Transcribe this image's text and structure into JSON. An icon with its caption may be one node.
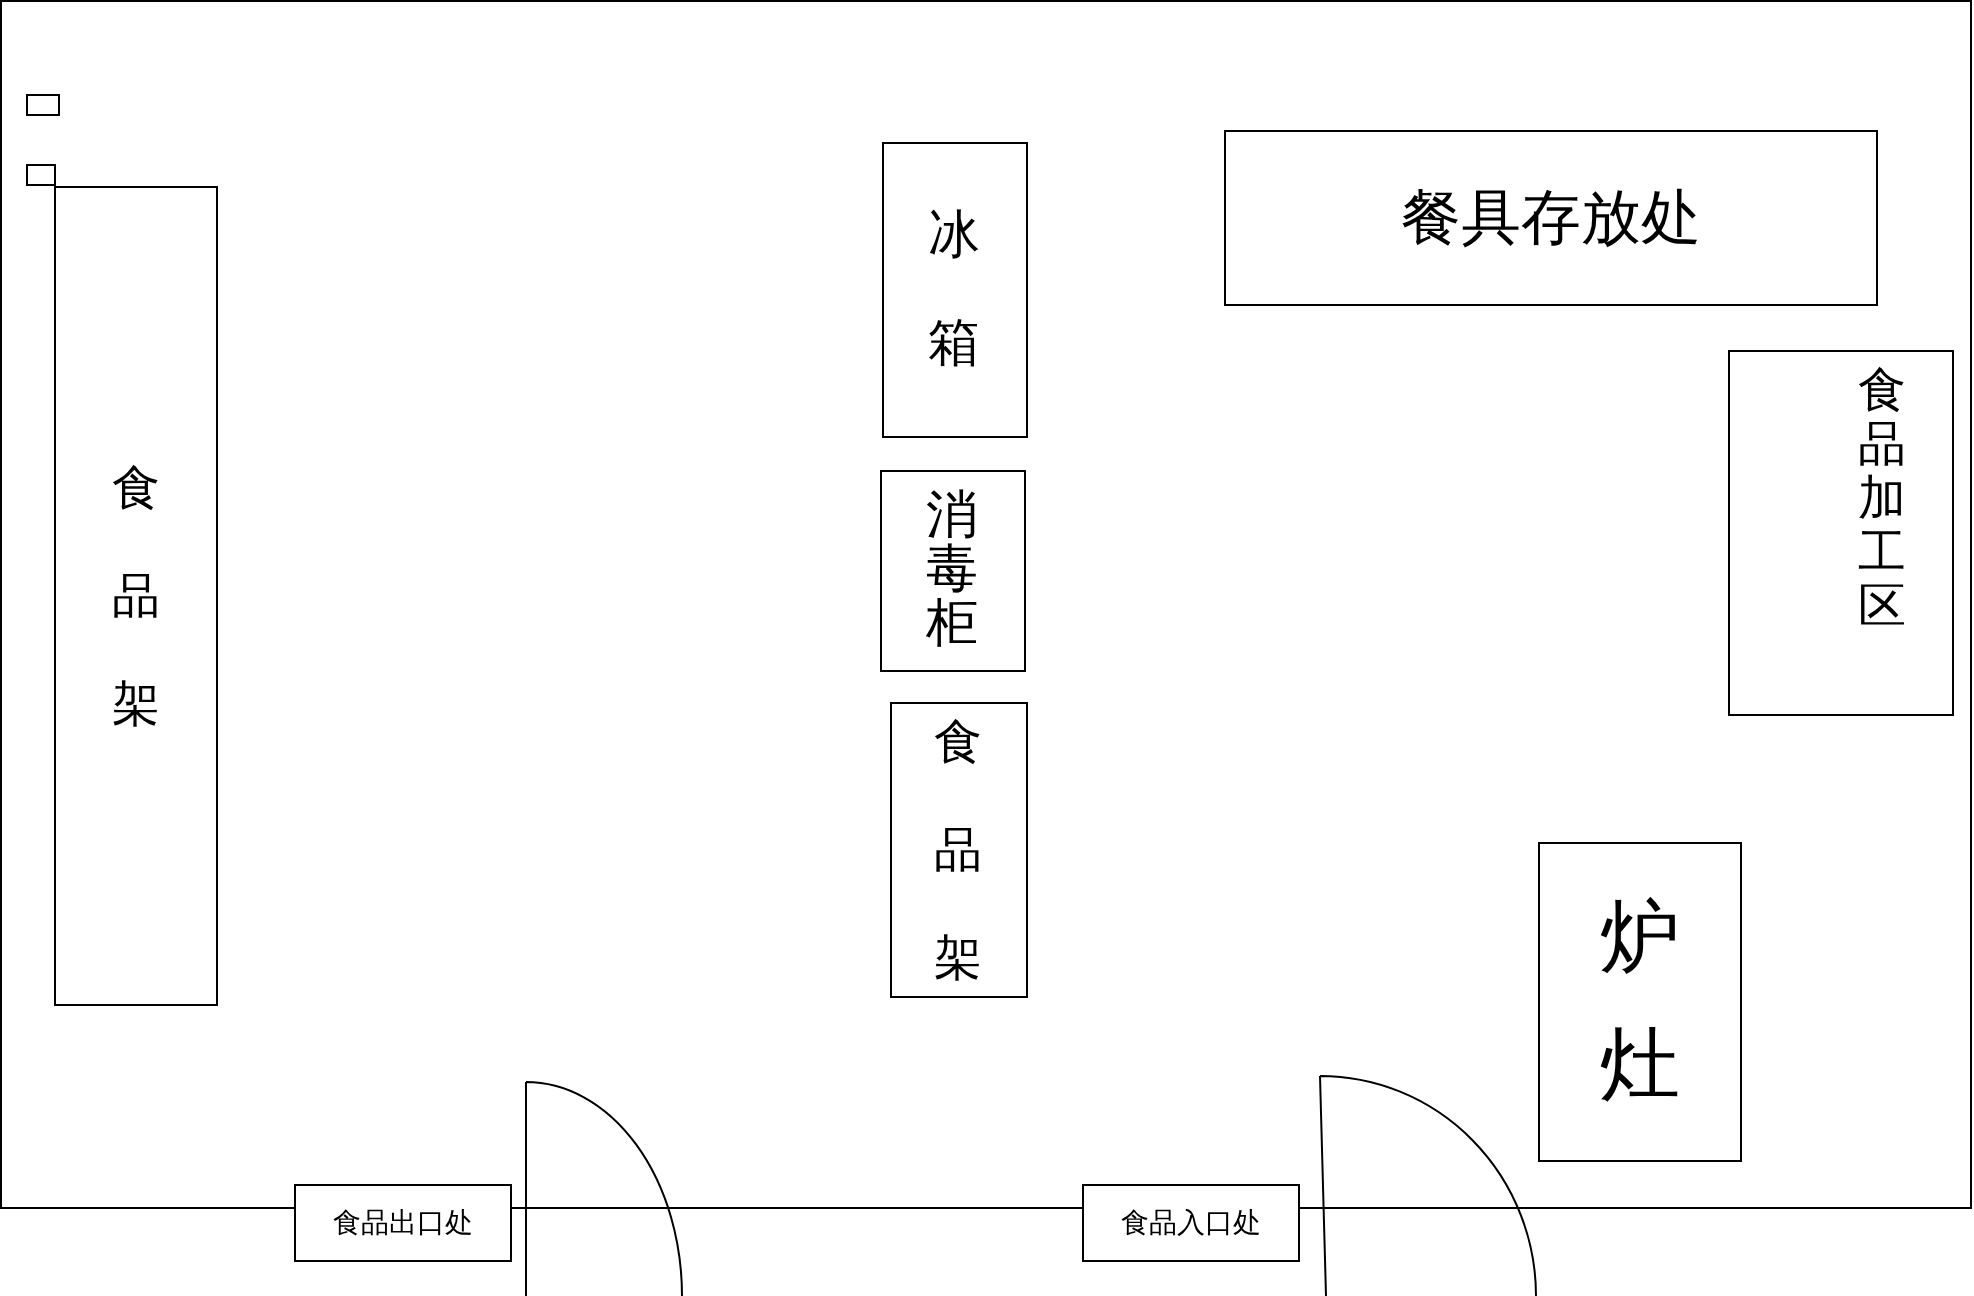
{
  "diagram": {
    "nodes": [
      {
        "text": [
          "食品架"
        ]
      },
      {
        "text": [
          "冰箱"
        ]
      },
      {
        "text": [
          "消毒柜"
        ]
      },
      {
        "text": [
          "食品架"
        ]
      },
      {
        "text": [
          "餐具存放处"
        ]
      },
      {
        "text": [
          "食品加工区"
        ]
      },
      {
        "text": [
          "炉灶"
        ]
      },
      {
        "text": [
          "食品出口处"
        ]
      },
      {
        "text": [
          "食品入口处"
        ]
      }
    ]
  }
}
